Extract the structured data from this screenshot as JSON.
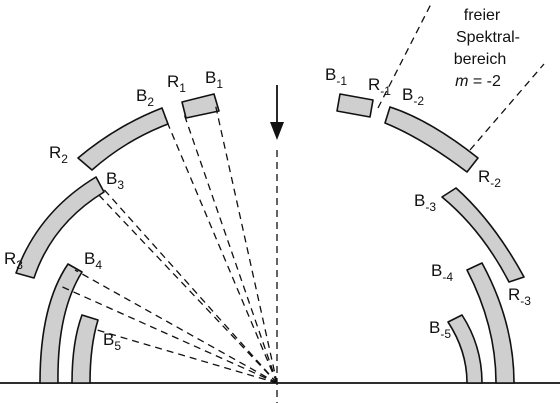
{
  "left_labels": [
    {
      "id": "B1",
      "main": "B",
      "sub": "1"
    },
    {
      "id": "R1",
      "main": "R",
      "sub": "1"
    },
    {
      "id": "B2",
      "main": "B",
      "sub": "2"
    },
    {
      "id": "R2",
      "main": "R",
      "sub": "2"
    },
    {
      "id": "B3",
      "main": "B",
      "sub": "3"
    },
    {
      "id": "R3",
      "main": "R",
      "sub": "3"
    },
    {
      "id": "B4",
      "main": "B",
      "sub": "4"
    },
    {
      "id": "B5",
      "main": "B",
      "sub": "5"
    }
  ],
  "right_labels": [
    {
      "id": "B-1",
      "main": "B",
      "sub": "-1"
    },
    {
      "id": "R-1",
      "main": "R",
      "sub": "-1"
    },
    {
      "id": "B-2",
      "main": "B",
      "sub": "-2"
    },
    {
      "id": "R-2",
      "main": "R",
      "sub": "-2"
    },
    {
      "id": "B-3",
      "main": "B",
      "sub": "-3"
    },
    {
      "id": "B-4",
      "main": "B",
      "sub": "-4"
    },
    {
      "id": "R-3",
      "main": "R",
      "sub": "-3"
    },
    {
      "id": "B-5",
      "main": "B",
      "sub": "-5"
    }
  ],
  "annotation": {
    "line1": "freier",
    "line2": "Spektral-",
    "line3": "bereich",
    "m_var": "m",
    "m_eq": " = -2"
  },
  "colors": {
    "band_fill": "#cfcfcf",
    "stroke": "#111111"
  }
}
